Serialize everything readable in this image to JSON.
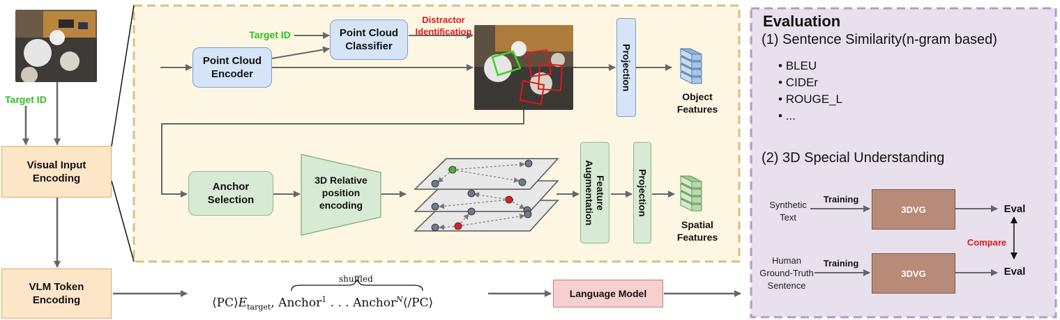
{
  "left": {
    "target_id_label": "Target ID",
    "visual_input_encoding": "Visual Input\nEncoding",
    "vlm_token_encoding": "VLM Token\nEncoding"
  },
  "top_branch": {
    "target_id_label": "Target ID",
    "point_cloud_encoder": "Point Cloud\nEncoder",
    "point_cloud_classifier": "Point Cloud\nClassifier",
    "distractor_identification": "Distractor\nIdentification",
    "projection": "Projection",
    "object_features": "Object\nFeatures"
  },
  "bottom_branch": {
    "anchor_selection": "Anchor\nSelection",
    "relative_position_encoding": "3D Relative\nposition\nencoding",
    "feature_augmentation": "Feature\nAugmentation",
    "projection": "Projection",
    "spatial_features": "Spatial\nFeatures"
  },
  "sequence": {
    "shuffled": "shuffled",
    "pc_open": "⟨PC⟩",
    "e_target": "E",
    "target_sub": "target",
    "comma": ",",
    "anchor_1": "Anchor",
    "sup_1": "1",
    "ellipsis": " . . . ",
    "anchor_n": "Anchor",
    "sup_n": "N",
    "pc_close": "⟨/PC⟩",
    "language_model": "Language Model"
  },
  "evaluation": {
    "title": "Evaluation",
    "section1": "(1) Sentence Similarity(n-gram based)",
    "metrics": [
      "BLEU",
      "CIDEr",
      "ROUGE_L",
      "..."
    ],
    "section2": "(2) 3D Special Understanding",
    "synthetic_text": "Synthetic\nText",
    "human_text": "Human\nGround-Truth\nSentence",
    "training_1": "Training",
    "training_2": "Training",
    "model_1": "3DVG",
    "model_2": "3DVG",
    "eval_1": "Eval",
    "eval_2": "Eval",
    "compare": "Compare"
  },
  "colors": {
    "orange_box": "#fde5c8",
    "blue_box": "#d5e4f6",
    "green_box": "#d7ead3",
    "brown_box": "#b88a78",
    "pink_box": "#f6cfcf",
    "yellow_panel": "#fdf6e3",
    "yellow_border": "#d6c27a",
    "purple_panel": "#e9e0ee",
    "purple_border": "#b49ac7",
    "green_text": "#2dbf1d",
    "red_text": "#e01818"
  }
}
